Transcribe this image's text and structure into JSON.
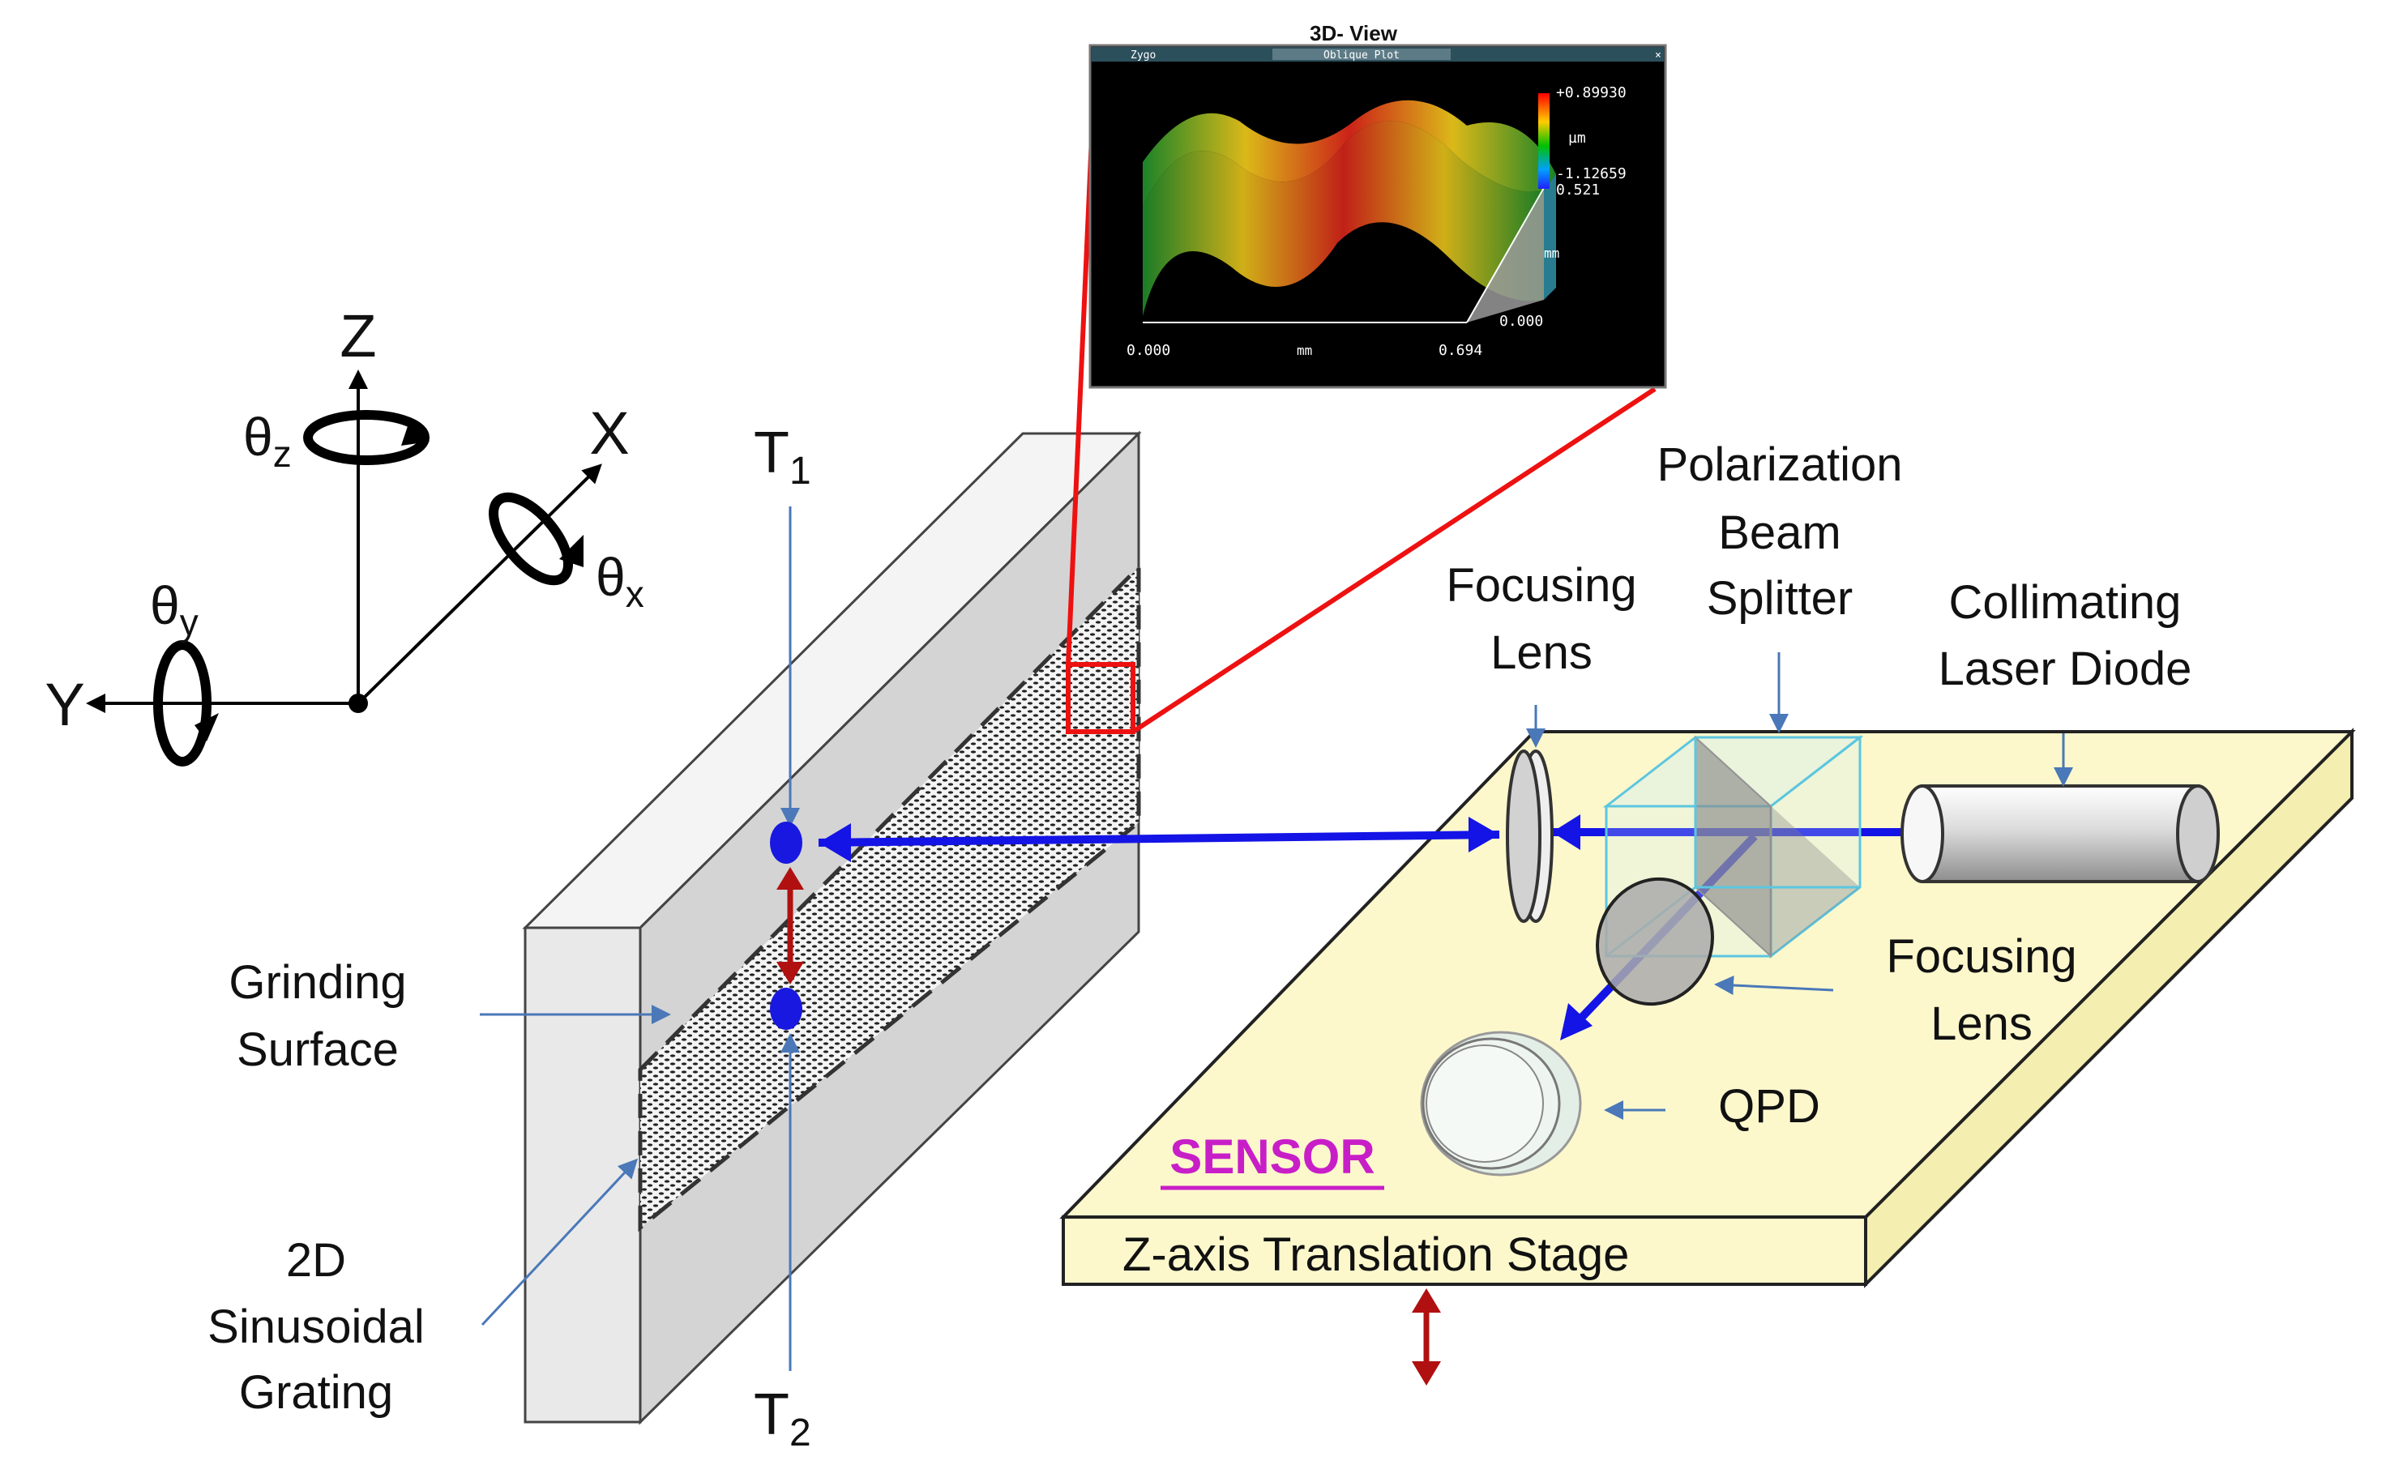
{
  "axes": {
    "z": "Z",
    "x": "X",
    "y": "Y",
    "theta": "θ",
    "sub_z": "z",
    "sub_x": "x",
    "sub_y": "y"
  },
  "targets": {
    "t": "T",
    "t1_sub": "1",
    "t2_sub": "2"
  },
  "labels": {
    "grinding_1": "Grinding",
    "grinding_2": "Surface",
    "grating_1": "2D",
    "grating_2": "Sinusoidal",
    "grating_3": "Grating",
    "focusing_lens_a_1": "Focusing",
    "focusing_lens_a_2": "Lens",
    "pbs_1": "Polarization",
    "pbs_2": "Beam",
    "pbs_3": "Splitter",
    "collimating_1": "Collimating",
    "collimating_2": "Laser Diode",
    "focusing_lens_b_1": "Focusing",
    "focusing_lens_b_2": "Lens",
    "qpd": "QPD",
    "sensor": "SENSOR",
    "stage": "Z-axis Translation Stage"
  },
  "inset": {
    "header": "3D- View",
    "brand": "Zygo",
    "tab": "Oblique Plot",
    "scale_max": "+0.89930",
    "scale_unit": "µm",
    "scale_min": "-1.12659",
    "y_max": "0.521",
    "y_unit": "mm",
    "y_min": "0.000",
    "x_min": "0.000",
    "x_unit": "mm",
    "x_max": "0.694"
  },
  "colors": {
    "beam": "#1414e6",
    "zoom": "#ee1111",
    "arrow_red": "#b01010",
    "sensor_text": "#c81ec8",
    "platform": "#fcf8cc",
    "cube_edge": "#5cc6e0"
  }
}
